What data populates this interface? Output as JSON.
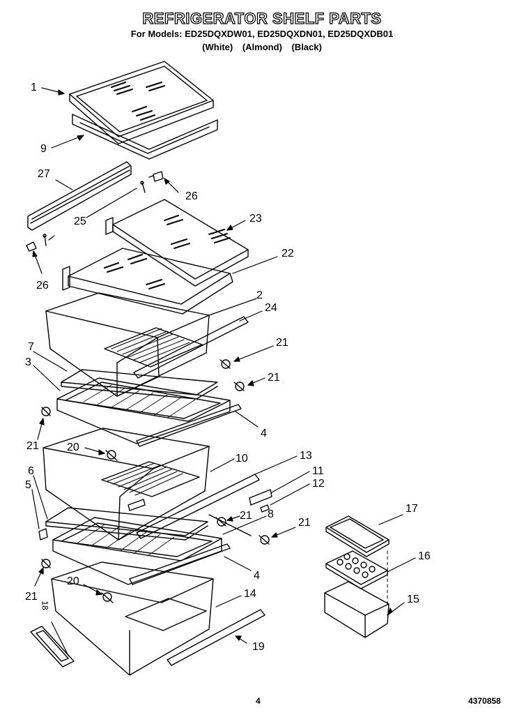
{
  "header": {
    "title": "REFRIGERATOR SHELF PARTS",
    "models": "For Models: ED25DQXDW01, ED25DQXDN01, ED25DQXDB01",
    "colors": "(White)   (Almond)   (Black)"
  },
  "callouts": {
    "c1": "1",
    "c9": "9",
    "c27": "27",
    "c26a": "26",
    "c25": "25",
    "c26b": "26",
    "c23": "23",
    "c22": "22",
    "c2": "2",
    "c24": "24",
    "c7": "7",
    "c3": "3",
    "c21a": "21",
    "c21b": "21",
    "c21c": "21",
    "c4a": "4",
    "c20a": "20",
    "c10": "10",
    "c13": "13",
    "c11": "11",
    "c12": "12",
    "c6": "6",
    "c5": "5",
    "c8": "8",
    "c21d": "21",
    "c21e": "21",
    "c17": "17",
    "c16": "16",
    "c4b": "4",
    "c21f": "21",
    "c20b": "20",
    "c14": "14",
    "c15": "15",
    "c18": "18",
    "c19": "19"
  },
  "footer": {
    "page": "4",
    "code": "4370858"
  }
}
